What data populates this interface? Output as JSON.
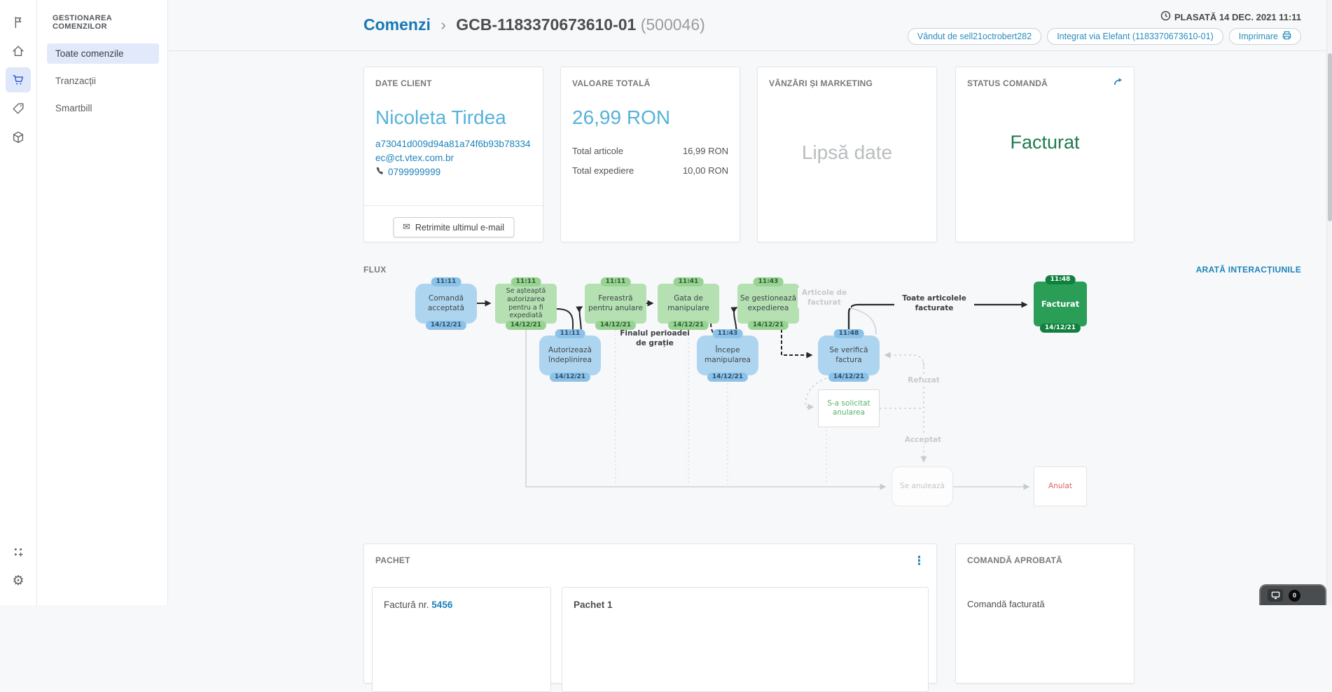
{
  "colors": {
    "accent_blue": "#1e83bb",
    "light_blue": "#56b2da",
    "status_green": "#1f7b4d",
    "node_blue": "#aed5f0",
    "node_green": "#b5e0b2",
    "node_dark_green": "#2a9d57",
    "page_bg": "#f7f8fa"
  },
  "sidebar": {
    "rail_icons": [
      "flag-icon",
      "home-icon",
      "cart-icon",
      "tag-icon",
      "package-icon"
    ],
    "rail_bottom_icons": [
      "apps-icon",
      "gear-icon"
    ],
    "menu_heading": "GESTIONAREA COMENZILOR",
    "items": [
      {
        "label": "Toate comenzile",
        "active": true
      },
      {
        "label": "Tranzacții",
        "active": false
      },
      {
        "label": "Smartbill",
        "active": false
      }
    ]
  },
  "header": {
    "breadcrumb_root": "Comenzi",
    "breadcrumb_sep": "›",
    "order_id": "GCB-1183370673610-01",
    "order_number": "(500046)",
    "placed_at": "PLASATĂ 14 DEC. 2021 11:11",
    "pills": [
      {
        "label": "Vândut de sell21octrobert282"
      },
      {
        "label": "Integrat via Elefant (1183370673610-01)"
      },
      {
        "label": "Imprimare"
      }
    ]
  },
  "cards": {
    "client": {
      "heading": "DATE CLIENT",
      "name": "Nicoleta Tirdea",
      "email": "a73041d009d94a81a74f6b93b78334ec@ct.vtex.com.br",
      "phone": "0799999999",
      "resend_button": "Retrimite ultimul e-mail"
    },
    "total": {
      "heading": "VALOARE TOTALĂ",
      "amount": "26,99 RON",
      "rows": [
        {
          "label": "Total articole",
          "value": "16,99 RON"
        },
        {
          "label": "Total expediere",
          "value": "10,00 RON"
        }
      ]
    },
    "marketing": {
      "heading": "VÂNZĂRI ȘI MARKETING",
      "empty": "Lipsă date"
    },
    "status": {
      "heading": "STATUS COMANDĂ",
      "value": "Facturat"
    }
  },
  "flow": {
    "heading": "FLUX",
    "link": "ARATĂ INTERACȚIUNILE",
    "nodes": [
      {
        "label": "Comandă acceptată",
        "time": "11:11",
        "date": "14/12/21"
      },
      {
        "label": "Se așteaptă autorizarea pentru a fi expediată",
        "time": "11:11",
        "date": "14/12/21"
      },
      {
        "label": "Autorizează îndeplinirea",
        "time": "11:11",
        "date": "14/12/21"
      },
      {
        "label": "Fereastră pentru anulare",
        "time": "11:11",
        "date": "14/12/21"
      },
      {
        "label": "Gata de manipulare",
        "time": "11:41",
        "date": "14/12/21"
      },
      {
        "label": "Începe manipularea",
        "time": "11:43",
        "date": "14/12/21"
      },
      {
        "label": "Se gestionează expedierea",
        "time": "11:43",
        "date": "14/12/21"
      },
      {
        "label": "Se verifică factura",
        "time": "11:48",
        "date": "14/12/21"
      },
      {
        "label": "Facturat",
        "time": "11:48",
        "date": "14/12/21"
      },
      {
        "label": "S-a solicitat anularea"
      },
      {
        "label": "Se anulează"
      },
      {
        "label": "Anulat"
      }
    ],
    "labels": {
      "grace": "Finalul perioadei de grație",
      "all_invoiced": "Toate articolele facturate",
      "items_to_invoice": "Articole de facturat",
      "refused": "Refuzat",
      "accepted": "Acceptat"
    }
  },
  "package": {
    "heading": "PACHET",
    "invoice_label": "Factură nr.",
    "invoice_number": "5456",
    "package_title": "Pachet 1"
  },
  "approved": {
    "heading": "COMANDĂ APROBATĂ",
    "body": "Comandă facturată"
  },
  "support_widget": {
    "badge": "0"
  }
}
